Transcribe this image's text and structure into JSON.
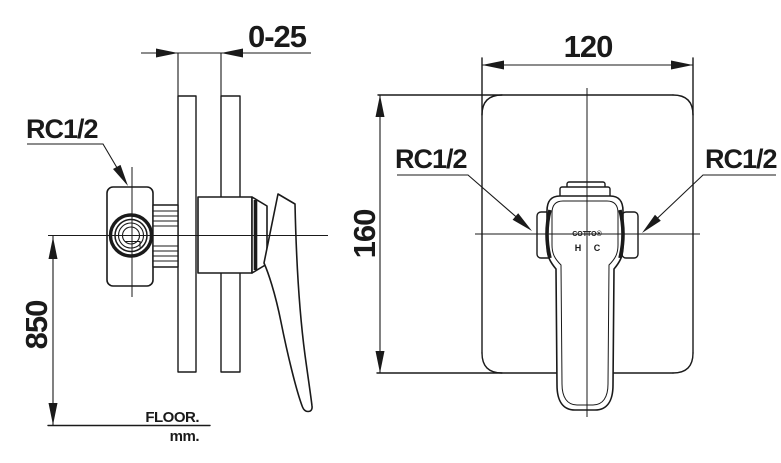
{
  "side_view": {
    "top_dim": "0-25",
    "port_label": "RC1/2",
    "height_dim": "850",
    "floor_label": "FLOOR.",
    "unit_label": "mm."
  },
  "front_view": {
    "width_dim": "120",
    "height_dim": "160",
    "left_port_label": "RC1/2",
    "right_port_label": "RC1/2",
    "brand": "COTTO®",
    "hot_label": "H",
    "cold_label": "C"
  },
  "colors": {
    "line": "#1a1a1a",
    "background": "#ffffff"
  }
}
